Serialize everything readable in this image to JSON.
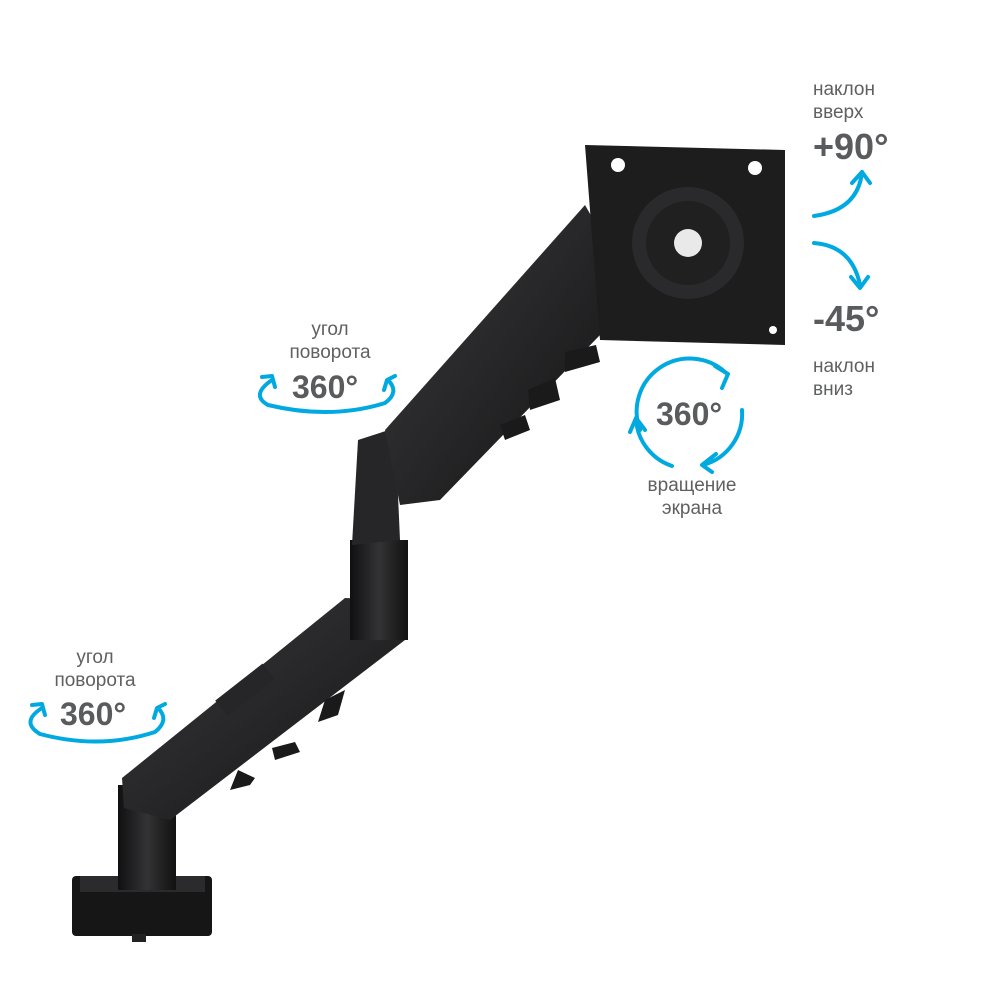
{
  "tilt": {
    "up_label_line1": "наклон",
    "up_label_line2": "вверх",
    "up_value": "+90°",
    "down_value": "-45°",
    "down_label_line1": "наклон",
    "down_label_line2": "вниз"
  },
  "screen_rotation": {
    "value": "360°",
    "label_line1": "вращение",
    "label_line2": "экрана"
  },
  "upper_swivel": {
    "label_line1": "угол",
    "label_line2": "поворота",
    "value": "360°"
  },
  "lower_swivel": {
    "label_line1": "угол",
    "label_line2": "поворота",
    "value": "360°"
  },
  "colors": {
    "accent": "#00a9e0",
    "text": "#5a5b5d",
    "arm": "#1e1e1f"
  }
}
